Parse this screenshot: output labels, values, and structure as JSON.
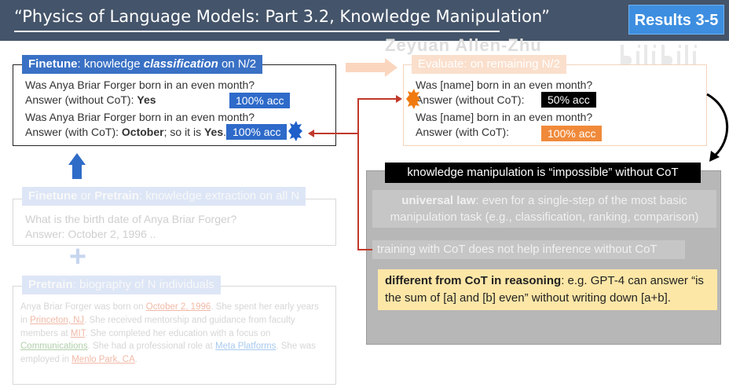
{
  "header": {
    "title": "“Physics of Language Models: Part 3.2, Knowledge Manipulation”",
    "badge": "Results 3-5",
    "watermark": "Zeyuan Allen-Zhu"
  },
  "finetune_box": {
    "label_bold": "Finetune",
    "label_text": ": knowledge ",
    "label_italic": "classification",
    "label_tail": " on N/2",
    "q1": "Was Anya Briar Forger born in an even month?",
    "a1_prefix": "Answer (without CoT): ",
    "a1_value": "Yes",
    "acc1": "100% acc",
    "q2": "Was Anya Briar Forger born in an even month?",
    "a2_prefix": "Answer (with CoT): ",
    "a2_value1": "October",
    "a2_mid": "; so it is ",
    "a2_value2": "Yes",
    "a2_end": ".",
    "acc2": "100% acc"
  },
  "evaluate_box": {
    "label": "Evaluate: on remaining N/2",
    "q1": "Was [name] born in an even month?",
    "a1": "Answer (without CoT):",
    "acc1": "50% acc",
    "q2": "Was [name] born in an even month?",
    "a2": "Answer (with CoT):",
    "acc2": "100% acc"
  },
  "extraction_box": {
    "label_bold": "Finetune",
    "label_text": " or ",
    "label_bold2": "Pretrain",
    "label_tail": ": knowledge extraction on all N",
    "q": "What is the birth date of Anya Briar Forger?",
    "a": "Answer: October 2, 1996 .."
  },
  "pretrain_box": {
    "label_bold": "Pretrain",
    "label_tail": ": biography of N individuals",
    "bio": {
      "s1a": "Anya Briar Forger was born on ",
      "s1b": "October 2, 1996",
      "s1c": ". She spent her early years in ",
      "s1d": "Princeton, NJ",
      "s1e": ". She received mentorship and guidance from faculty members at ",
      "s1f": "MIT",
      "s1g": ". She completed her education with a focus on ",
      "s1h": "Communications",
      "s1i": ". She had a professional role at ",
      "s1j": "Meta Platforms",
      "s1k": ". She was employed in ",
      "s1l": "Menlo Park, CA",
      "s1m": "."
    }
  },
  "plus_sign": "+",
  "conclusion": {
    "headline": "knowledge manipulation is “impossible” without CoT",
    "law_bold": "universal law",
    "law_text": ": even for a single-step of the most basic manipulation task (e.g., classification, ranking, comparison)",
    "training": "training with CoT does not help inference without CoT",
    "note_bold": "different from CoT in reasoning",
    "note_text": ": e.g. GPT-4 can answer “is the sum of [a] and [b] even” without writing down [a+b]."
  },
  "colors": {
    "header_bg": "#44546a",
    "badge_bg": "#3d8ee0",
    "label_blue": "#3a71c5",
    "acc_orange": "#f08a3a",
    "arrow_red": "#c0392b",
    "note_bg": "#fde7a7"
  }
}
